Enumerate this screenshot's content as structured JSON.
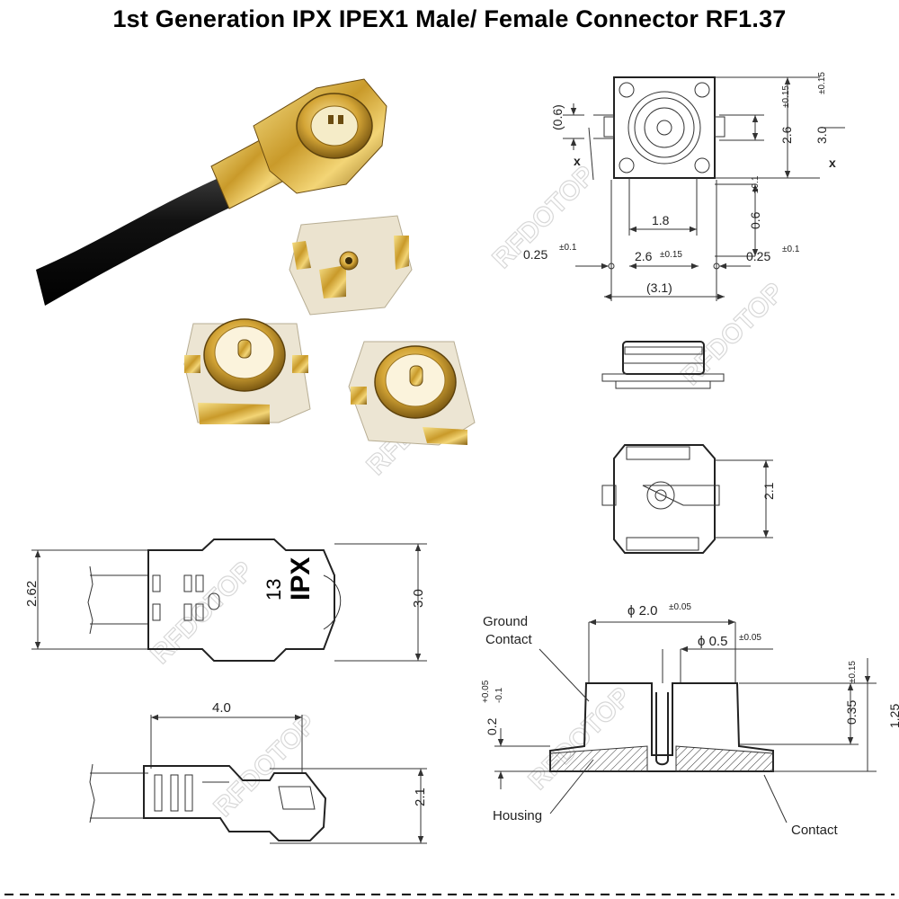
{
  "title": "1st Generation IPX IPEX1 Male/ Female Connector RF1.37",
  "watermark": "RFDOTOP",
  "top_view": {
    "d_0_6": "(0.6)",
    "d_2_6v": "2.6",
    "d_2_6v_tol": "±0.15",
    "d_3_0v": "3.0",
    "d_3_0v_tol": "±0.15",
    "section_x": "x",
    "d_1_8": "1.8",
    "d_0_6v": "0.6",
    "d_0_6v_tol": "±0.1",
    "d_0_25_left": "0.25",
    "d_0_25_left_tol": "±0.1",
    "d_2_6h": "2.6",
    "d_2_6h_tol": "±0.15",
    "d_0_25_right": "0.25",
    "d_0_25_right_tol": "±0.1",
    "d_3_1": "(3.1)"
  },
  "bottom_view": {
    "d_2_1": "2.1"
  },
  "plug_top": {
    "d_2_62": "2.62",
    "d_3_0": "3.0",
    "marking_ipx": "IPX",
    "marking_13": "13"
  },
  "plug_side": {
    "d_4_0": "4.0",
    "d_2_1": "2.1"
  },
  "section": {
    "ground_contact": "Ground\nContact",
    "ground_line1": "Ground",
    "ground_line2": "Contact",
    "phi_2_0": "ϕ 2.0",
    "phi_2_0_tol": "±0.05",
    "phi_0_5": "ϕ 0.5",
    "phi_0_5_tol": "±0.05",
    "d_0_2": "0.2",
    "d_0_2_tol_plus": "+0.05",
    "d_0_2_tol_minus": "-0.1",
    "d_0_35": "0.35",
    "d_0_35_tol": "±0.15",
    "d_1_25": "1.25",
    "housing": "Housing",
    "contact": "Contact"
  }
}
